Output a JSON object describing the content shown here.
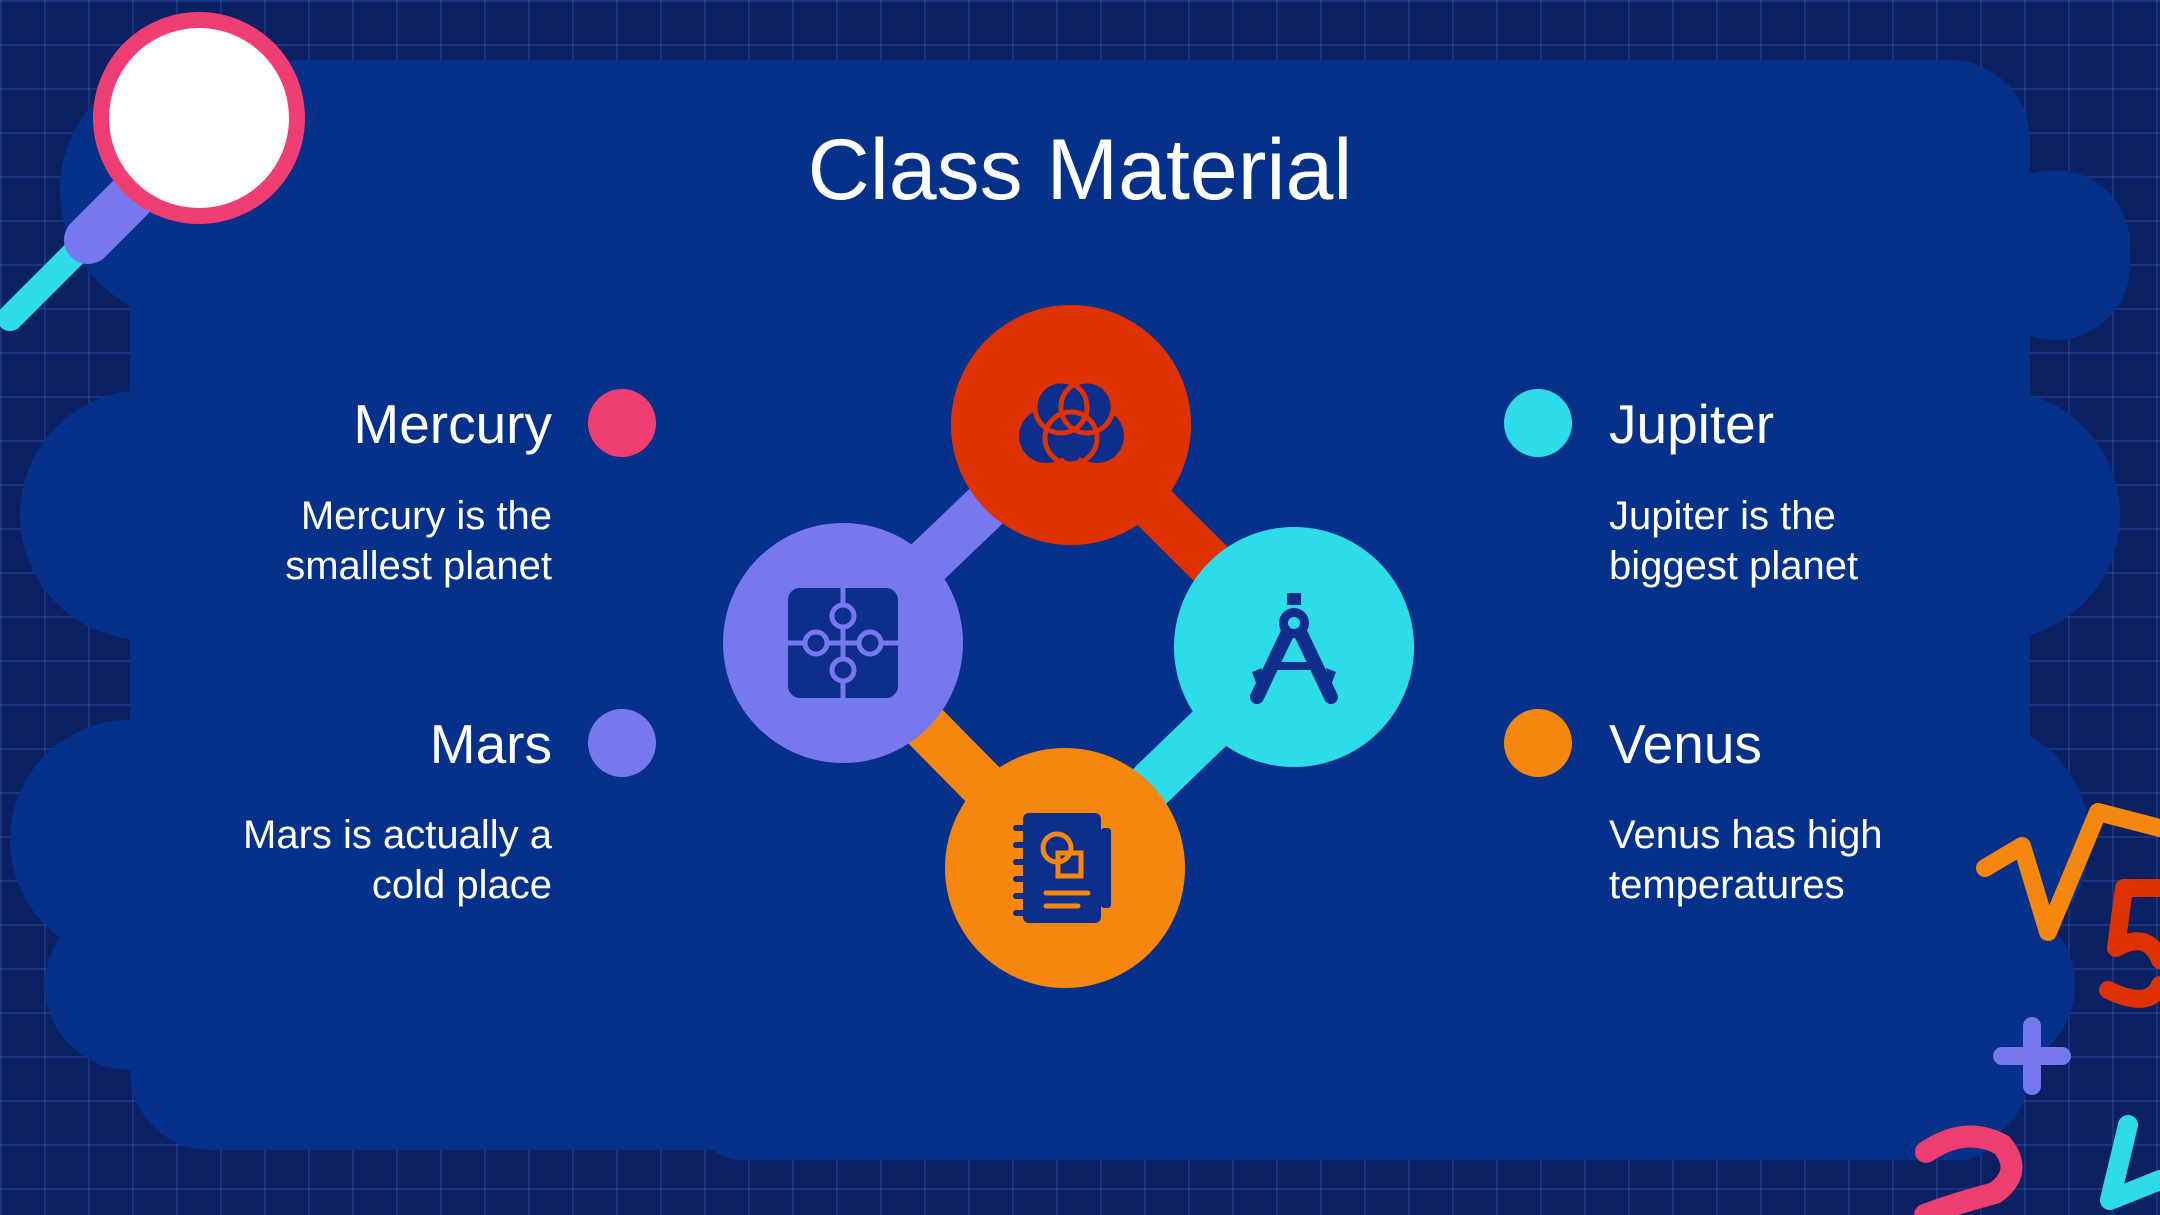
{
  "slide": {
    "title": "Class Material",
    "items": [
      {
        "title": "Mercury",
        "description_line1": "Mercury is the",
        "description_line2": "smallest planet",
        "color": "#ef3f72"
      },
      {
        "title": "Mars",
        "description_line1": "Mars is actually a",
        "description_line2": "cold place",
        "color": "#7878ee"
      },
      {
        "title": "Jupiter",
        "description_line1": "Jupiter is the",
        "description_line2": "biggest planet",
        "color": "#2ddbe9"
      },
      {
        "title": "Venus",
        "description_line1": "Venus has high",
        "description_line2": "temperatures",
        "color": "#f5870f"
      }
    ],
    "diagram_nodes": [
      {
        "icon": "venn-diagram-icon",
        "color": "#de3203"
      },
      {
        "icon": "compass-icon",
        "color": "#2ddbe9"
      },
      {
        "icon": "notebook-icon",
        "color": "#f5870f"
      },
      {
        "icon": "puzzle-icon",
        "color": "#7878ee"
      }
    ]
  },
  "decorations": {
    "magnifier_icon": "magnifying-glass-icon",
    "math_symbols_icon": "math-symbols-icon",
    "colors": {
      "background": "#0b2163",
      "blob": "#05318a",
      "magnifier_ring": "#ef3f72",
      "magnifier_handle": "#2ddbe9"
    }
  }
}
